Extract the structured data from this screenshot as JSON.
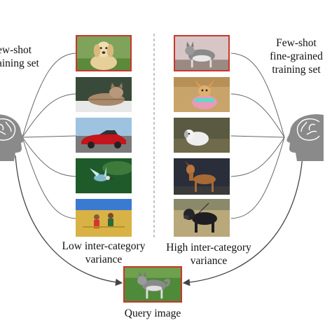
{
  "left_caption": {
    "line1": "ew-shot",
    "line2": "aining set"
  },
  "right_caption": {
    "line1": "Few-shot",
    "line2": "fine-grained",
    "line3": "training set"
  },
  "left_variance": {
    "line1": "Low inter-category",
    "line2": "variance"
  },
  "right_variance": {
    "line1": "High inter-category",
    "line2": "variance"
  },
  "query_caption": "Query image",
  "colors": {
    "highlight_frame": "#c8372d",
    "connector": "#666666",
    "divider": "#888888",
    "head": "#8a8a8a"
  },
  "left_images": [
    "dog-image",
    "cat-image",
    "car-image",
    "bird-image",
    "people-field-image"
  ],
  "right_images": [
    "husky-dog-image",
    "chihuahua-image",
    "white-puppy-image",
    "brown-dog-image",
    "black-dog-image"
  ],
  "query_image": "husky-dog-image"
}
